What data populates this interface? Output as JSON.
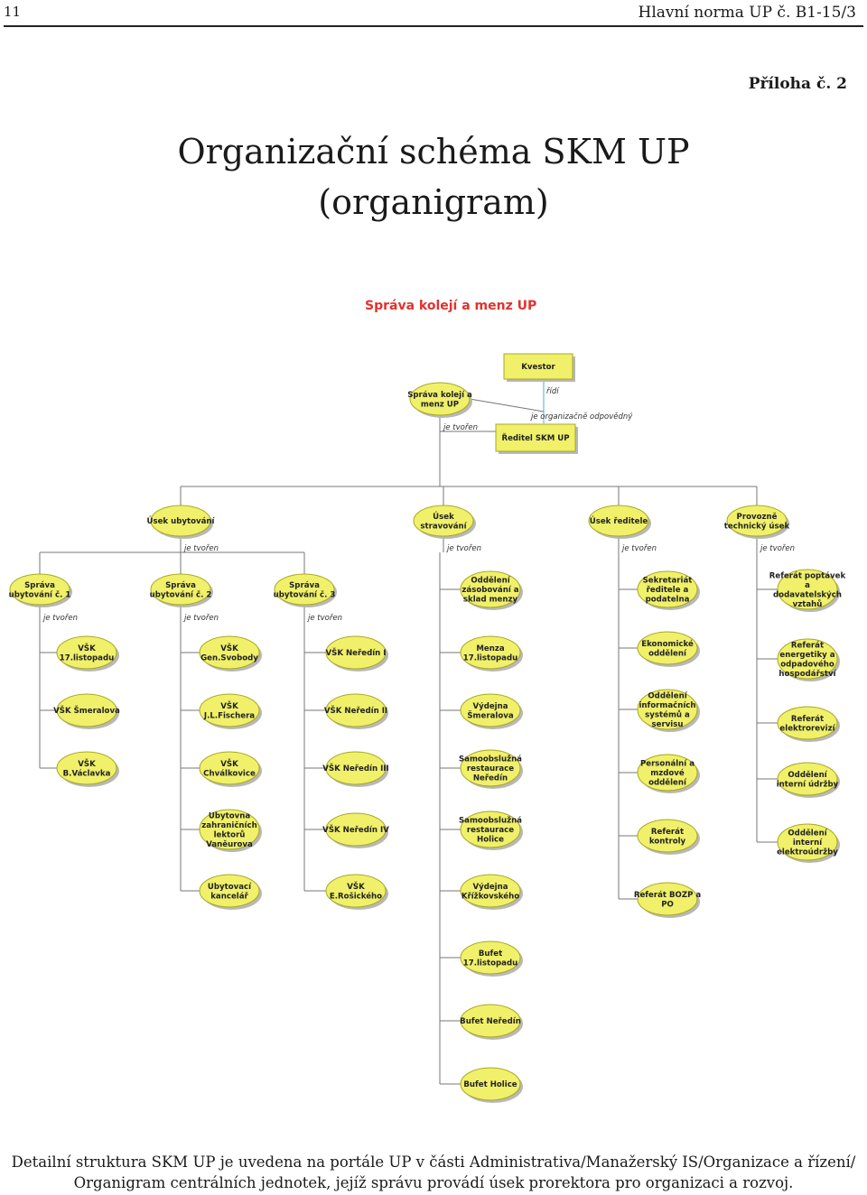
{
  "header": {
    "page_number": "11",
    "document_ref": "Hlavní norma UP č. B1-15/3",
    "appendix": "Příloha č. 2"
  },
  "title": {
    "line1": "Organizační schéma SKM UP",
    "line2": "(organigram)"
  },
  "diagram": {
    "title": "Správa kolejí a menz UP",
    "edge_labels": {
      "ridi": "řídí",
      "je_organizacne_odpovedny": "je organizačně odpovědný",
      "je_tvoren": "je tvořen"
    },
    "nodes": {
      "kvestor": "Kvestor",
      "reditel": "Ředitel SKM UP",
      "sprava_koleji": [
        "Správa kolejí a",
        "menz UP"
      ],
      "usek_ubytovani": [
        "Úsek ubytování"
      ],
      "usek_stravovani": [
        "Úsek",
        "stravování"
      ],
      "usek_reditele": [
        "Úsek ředitele"
      ],
      "provozne_technicky": [
        "Provozně",
        "technický úsek"
      ],
      "sprava_ub_1": [
        "Správa",
        "ubytování č. 1"
      ],
      "sprava_ub_2": [
        "Správa",
        "ubytování č. 2"
      ],
      "sprava_ub_3": [
        "Správa",
        "ubytování č. 3"
      ],
      "col1": [
        [
          "VŠK",
          "17.listopadu"
        ],
        [
          "VŠK Šmeralova"
        ],
        [
          "VŠK",
          "B.Václavka"
        ]
      ],
      "col2": [
        [
          "VŠK",
          "Gen.Svobody"
        ],
        [
          "VŠK",
          "J.L.Fischera"
        ],
        [
          "VŠK",
          "Chválkovice"
        ],
        [
          "Ubytovna",
          "zahraničních",
          "lektorů",
          "Vaněurova"
        ],
        [
          "Ubytovací",
          "kancelář"
        ]
      ],
      "col3": [
        [
          "VŠK Neředín I"
        ],
        [
          "VŠK Neředín II"
        ],
        [
          "VŠK Neředín III"
        ],
        [
          "VŠK Neředín IV"
        ],
        [
          "VŠK",
          "E.Rošického"
        ]
      ],
      "col4": [
        [
          "Oddělení",
          "zásobování a",
          "sklad menzy"
        ],
        [
          "Menza",
          "17.listopadu"
        ],
        [
          "Výdejna",
          "Šmeralova"
        ],
        [
          "Samoobslužná",
          "restaurace",
          "Neředín"
        ],
        [
          "Samoobslužná",
          "restaurace",
          "Holice"
        ],
        [
          "Výdejna",
          "Křížkovského"
        ],
        [
          "Bufet",
          "17.listopadu"
        ],
        [
          "Bufet Neředín"
        ],
        [
          "Bufet Holice"
        ]
      ],
      "col5": [
        [
          "Sekretariát",
          "ředitele a",
          "podatelna"
        ],
        [
          "Ekonomické",
          "oddělení"
        ],
        [
          "Oddělení",
          "informačních",
          "systémů a",
          "servisu"
        ],
        [
          "Personální a",
          "mzdové",
          "oddělení"
        ],
        [
          "Referát",
          "kontroly"
        ],
        [
          "Referát BOZP a",
          "PO"
        ]
      ],
      "col6": [
        [
          "Referát poptávek",
          "a",
          "dodavatelských",
          "vztahů"
        ],
        [
          "Referát",
          "energetiky a",
          "odpadového",
          "hospodářství"
        ],
        [
          "Referát",
          "elektrorevizí"
        ],
        [
          "Oddělení",
          "interní údržby"
        ],
        [
          "Oddělení",
          "interní",
          "elektroúdržby"
        ]
      ]
    }
  },
  "caption": {
    "line1": "Detailní struktura SKM UP je uvedena na portále UP v části Administrativa/Manažerský IS/Organizace a řízení/",
    "line2": "Organigram centrálních jednotek, jejíž správu provádí úsek prorektora pro organizaci a rozvoj."
  }
}
